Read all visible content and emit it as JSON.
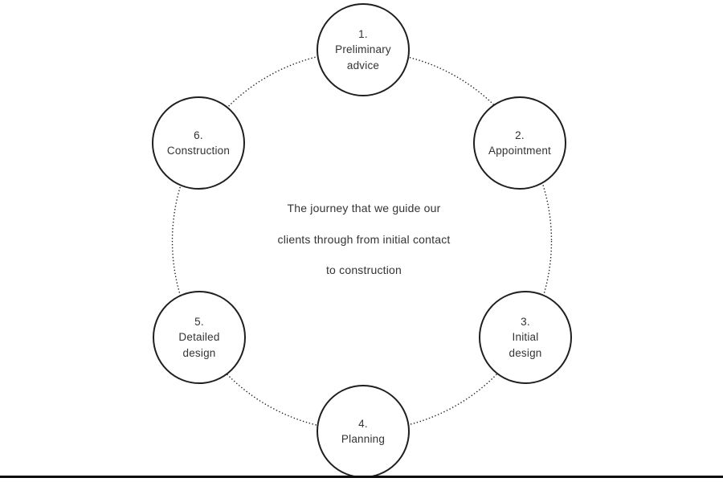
{
  "diagram": {
    "center_text": [
      "The journey that we guide our",
      "clients through from initial contact",
      "to construction"
    ],
    "nodes": [
      {
        "number": "1.",
        "label": "Preliminary\nadvice"
      },
      {
        "number": "2.",
        "label": "Appointment"
      },
      {
        "number": "3.",
        "label": "Initial\ndesign"
      },
      {
        "number": "4.",
        "label": "Planning"
      },
      {
        "number": "5.",
        "label": "Detailed\ndesign"
      },
      {
        "number": "6.",
        "label": "Construction"
      }
    ],
    "colors": {
      "background": "#ffffff",
      "circle_stroke": "#1f1f1f",
      "text": "#333333",
      "dotted_ring": "#222222",
      "bottom_line": "#0d0d0d"
    }
  }
}
